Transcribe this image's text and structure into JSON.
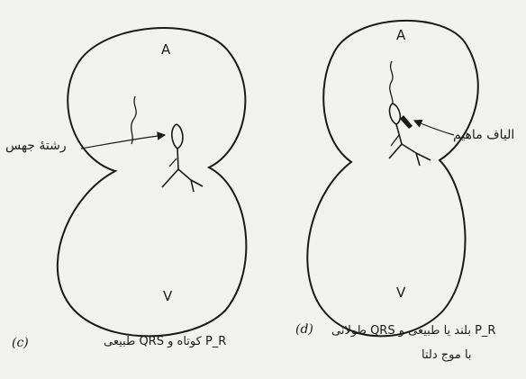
{
  "diagram_c": {
    "chamber_top": "A",
    "chamber_bottom": "V",
    "pointer_label": "رشتهٔ جهس",
    "panel_label": "(c)",
    "caption": "P_R کوتاه و QRS طبیعی"
  },
  "diagram_d": {
    "chamber_top": "A",
    "chamber_bottom": "V",
    "pointer_label": "الیاف ماهیم",
    "panel_label": "(d)",
    "caption_line1": "P_R بلند یا طبیعی و QRS طولانی",
    "caption_line2": "با موج دلتا"
  },
  "colors": {
    "ink": "#1a1a1a",
    "paper": "#f2f2ee"
  }
}
